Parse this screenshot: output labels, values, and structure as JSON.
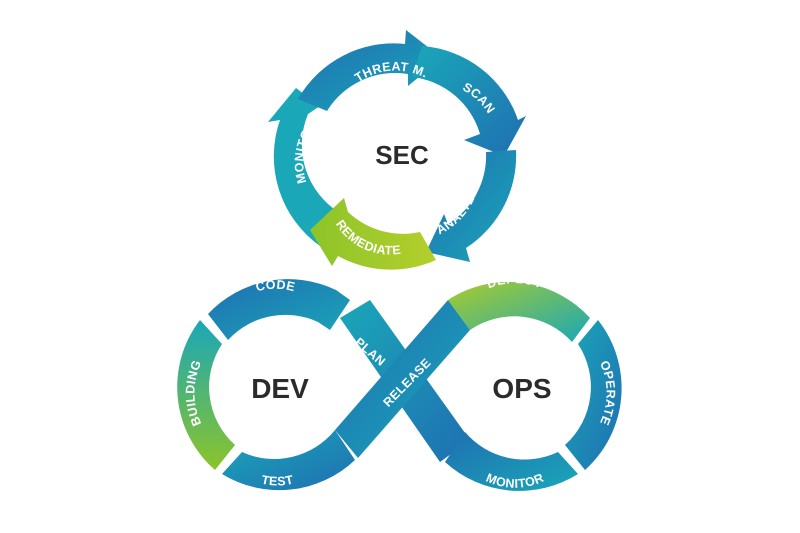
{
  "sec": {
    "center_label": "SEC",
    "stages": {
      "threat": "THREAT M.",
      "scan": "SCAN",
      "analyze": "ANALYZE",
      "remediate": "REMEDIATE",
      "monitor": "MONITOR"
    }
  },
  "devops": {
    "dev_label": "DEV",
    "ops_label": "OPS",
    "stages": {
      "code": "CODE",
      "building": "BUILDING",
      "test": "TEST",
      "plan": "PLAN",
      "release": "RELEASE",
      "deploy": "DEPLOY",
      "operate": "OPERATE",
      "monitor": "MONITOR"
    }
  },
  "colors": {
    "dark_blue": "#1f6fb2",
    "blue": "#1b8ccf",
    "teal": "#1aa7b8",
    "green": "#7fbf2a",
    "lime": "#a9cc2c"
  }
}
